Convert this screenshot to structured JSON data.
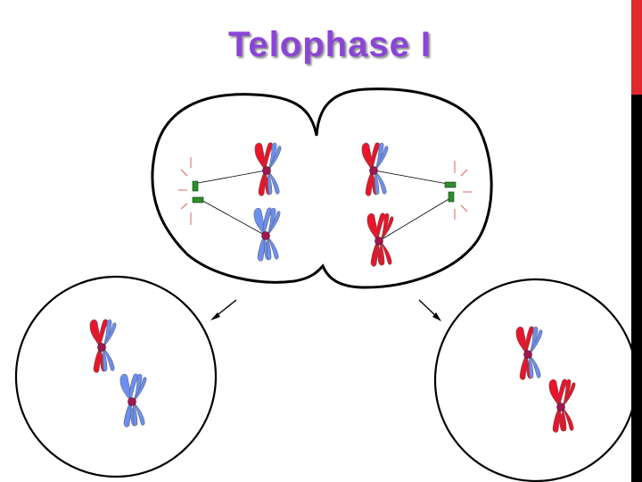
{
  "slide": {
    "title": "Telophase I"
  },
  "colors": {
    "title": "#8b45d6",
    "chromatid_red": "#e8152b",
    "chromatid_blue": "#6b8ff0",
    "centromere": "#a0174f",
    "centrosome": "#2e8b2e",
    "aster_rays": "#e05050",
    "membrane": "#000000",
    "accent_bar_red": "#e0282e",
    "accent_bar_black": "#000000"
  },
  "icons": {
    "chromosome": "x-shaped-chromosome",
    "arrow": "down-diagonal-arrow"
  }
}
